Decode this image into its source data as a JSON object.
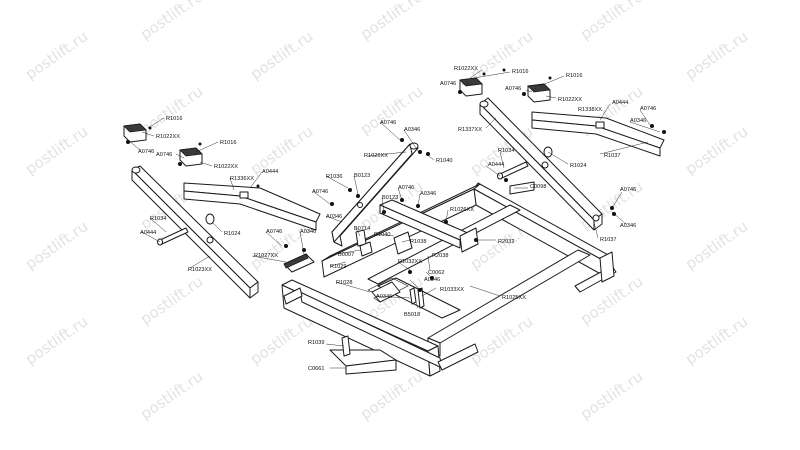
{
  "watermark": {
    "text": "postlift.ru"
  },
  "labels": {
    "l01": "R1022XX",
    "l02": "R1016",
    "l03": "A0746",
    "l04": "R1016",
    "l05": "A0746",
    "l06": "R1022XX",
    "l07": "A0444",
    "l08": "R1338XX",
    "l09": "A0746",
    "l10": "R1337XX",
    "l11": "A0346",
    "l12": "R1034",
    "l13": "R1024",
    "l14": "A0444",
    "l15": "R1037",
    "l16": "C0098",
    "l17": "A0746",
    "l18": "A0346",
    "l19": "R1037",
    "l20": "R1016",
    "l21": "R1022XX",
    "l22": "A0746",
    "l23": "R1016",
    "l24": "A0746",
    "l25": "R1022XX",
    "l26": "A0444",
    "l27": "R1336XX",
    "l28": "R1034",
    "l29": "A0444",
    "l30": "R1024",
    "l31": "A0746",
    "l32": "A0346",
    "l33": "R1027XX",
    "l34": "R1023XX",
    "l35": "A0746",
    "l36": "A0346",
    "l37": "R1026XX",
    "l38": "R1040",
    "l39": "R1036",
    "l40": "B0123",
    "l41": "A0746",
    "l42": "B0123",
    "l43": "A0746",
    "l44": "A0346",
    "l45": "A0346",
    "l46": "R1026XX",
    "l47": "B0714",
    "l48": "R1040",
    "l49": "R1038",
    "l50": "R2032",
    "l51": "B0007",
    "l52": "R1029",
    "l53": "R1032XX",
    "l54": "R2038",
    "l55": "C0062",
    "l56": "A0346",
    "l57": "R1028",
    "l58": "R1033XX",
    "l59": "A0346",
    "l60": "R1025XX",
    "l61": "B5018",
    "l62": "R1039",
    "l63": "C0661"
  }
}
